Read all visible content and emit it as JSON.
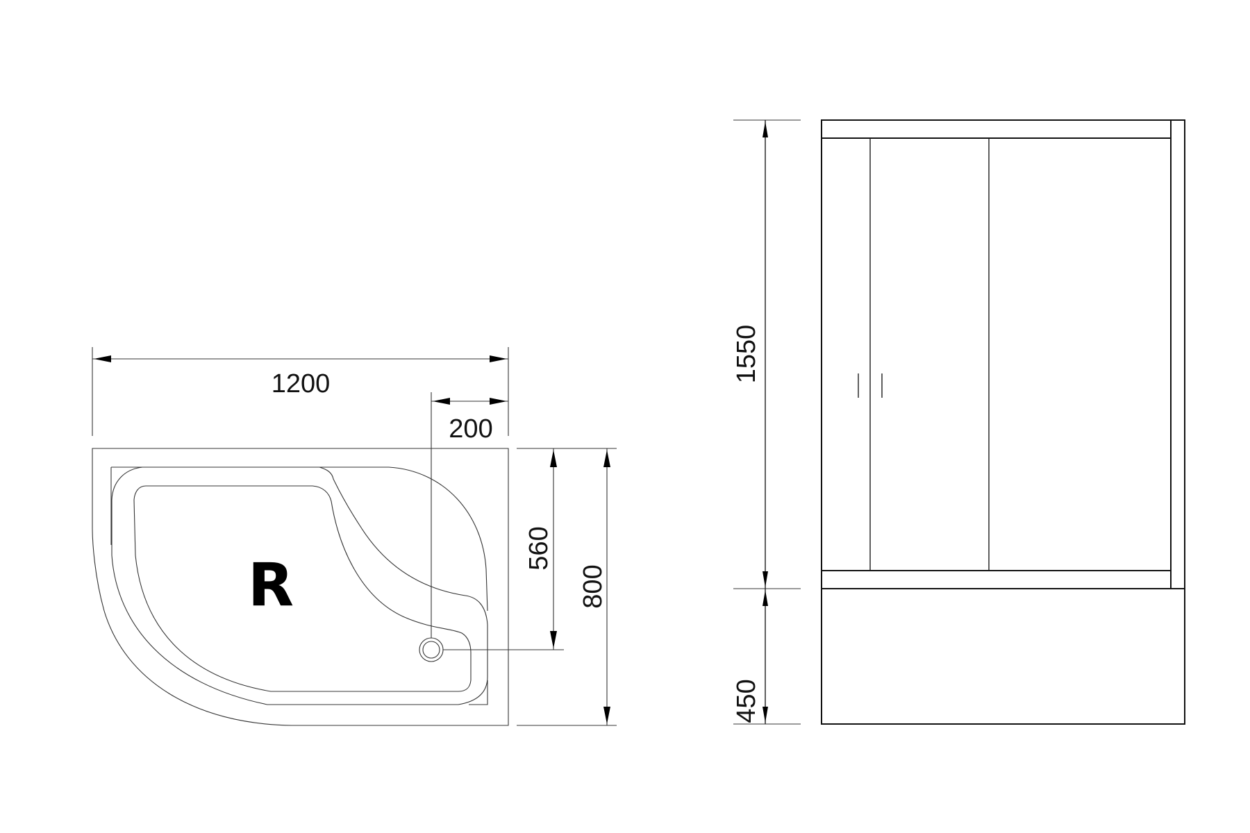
{
  "drawing": {
    "title": "",
    "plan_view": {
      "orientation_label": "R",
      "dimensions": {
        "width": "1200",
        "drain_offset_x": "200",
        "drain_offset_y": "560",
        "depth": "800"
      }
    },
    "elevation_view": {
      "dimensions": {
        "cabin_height": "1550",
        "tray_height": "450"
      }
    },
    "colors": {
      "line": "#1a1a1a",
      "background": "#ffffff"
    }
  }
}
